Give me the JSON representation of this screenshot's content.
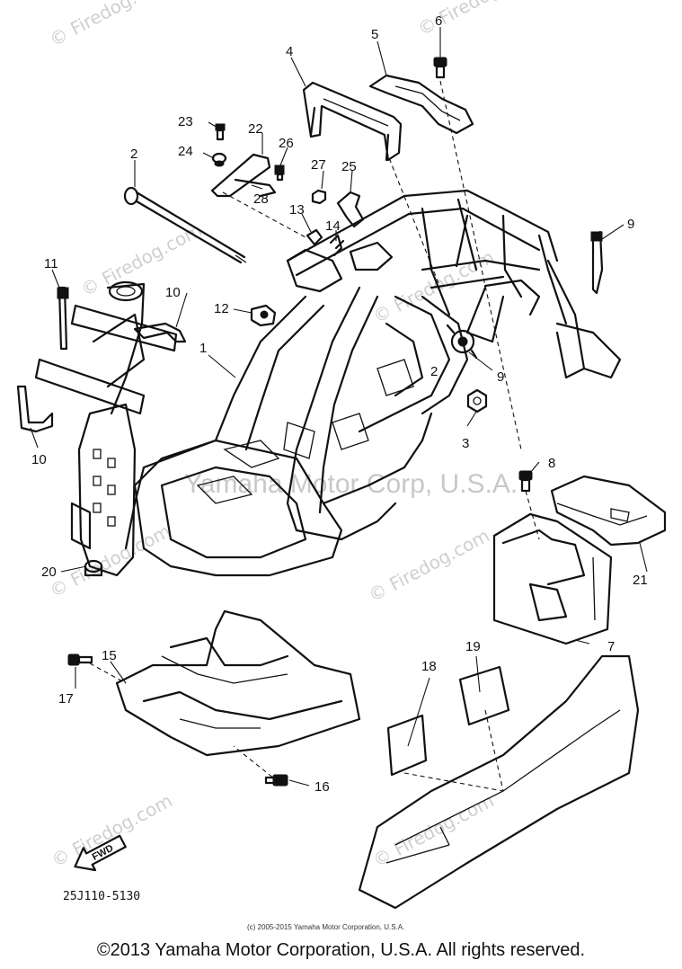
{
  "callouts": {
    "c1": "1",
    "c2": "2",
    "c2b": "2",
    "c3": "3",
    "c4": "4",
    "c5": "5",
    "c6": "6",
    "c7": "7",
    "c8": "8",
    "c9a": "9",
    "c9b": "9",
    "c10a": "10",
    "c10b": "10",
    "c11": "11",
    "c12": "12",
    "c13": "13",
    "c14": "14",
    "c15": "15",
    "c16": "16",
    "c17": "17",
    "c18": "18",
    "c19": "19",
    "c20": "20",
    "c21": "21",
    "c22": "22",
    "c23": "23",
    "c24": "24",
    "c25": "25",
    "c26": "26",
    "c27": "27",
    "c28": "28"
  },
  "watermarks": {
    "firedog": "© Firedog.com",
    "corp": "Yamaha Motor Corp, U.S.A."
  },
  "fwd_label": "FWD",
  "diagram_code": "25J110-5130",
  "small_copyright": "(c) 2005-2015 Yamaha Motor Corporation, U.S.A.",
  "footer": "©2013 Yamaha Motor Corporation, U.S.A. All rights reserved."
}
